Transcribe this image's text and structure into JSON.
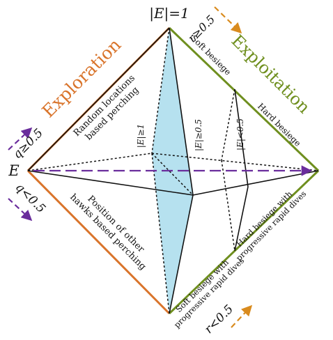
{
  "colors": {
    "exploration": "#d9742b",
    "exploitation": "#6f8f1f",
    "arrow_purple": "#6a2d9c",
    "arrow_orange": "#d98b1e",
    "plane_fill": "#a9dcec",
    "ink": "#111111"
  },
  "labels": {
    "top_energy": "|E|=1",
    "energy_E": "E",
    "q_upper": "q≥0.5",
    "q_lower": "q<0.5",
    "r_upper": "r≥0.5",
    "r_lower": "r<0.5",
    "exploration": "Exploration",
    "exploitation": "Exploitation",
    "random_perching": "Random locations\nbased perching",
    "position_perching": "Position of other\nhawks based perching",
    "soft_besiege": "Soft besiege",
    "hard_besiege": "Hard besiege",
    "hard_besiege_dives": "Hard besiege with\nprogressive rapid dives",
    "soft_besiege_dives": "Soft besiege with\nprogressive rapid dives",
    "e_ge_1": "|E|≥1",
    "e_ge_05": "|E|≥0.5",
    "e_lt_05": "|E|<0.5"
  }
}
